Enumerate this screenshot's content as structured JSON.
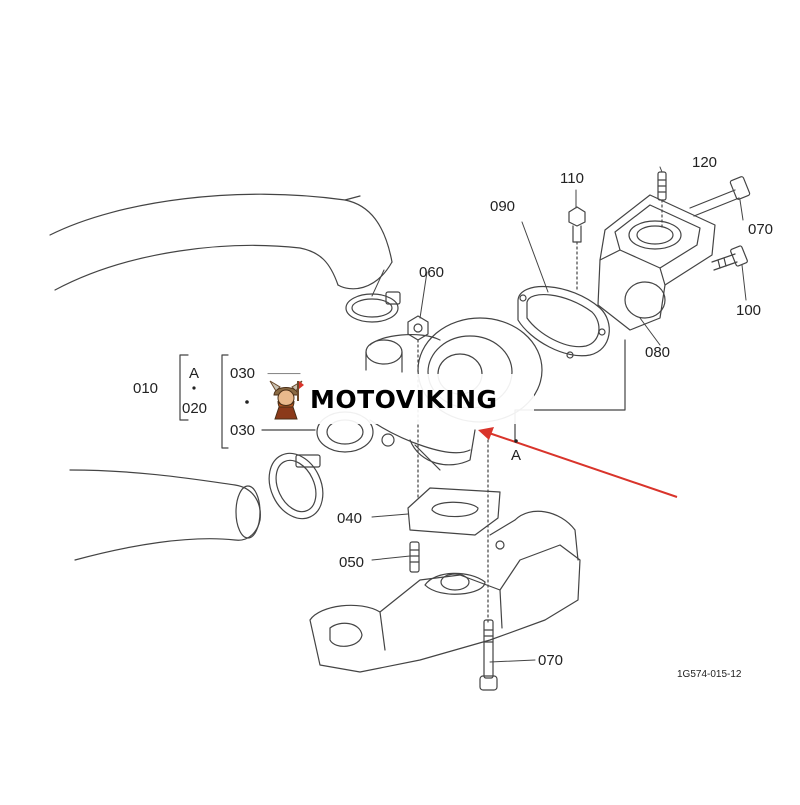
{
  "brand": {
    "logo_text": "MOTOVIKING",
    "logo_icon": "viking-mascot-icon"
  },
  "drawing_number": "1G574-015-12",
  "colors": {
    "line": "#444444",
    "pointer_arrow": "#d9342b"
  },
  "labels": {
    "p010": "010",
    "p020": "020",
    "p030_top": "030",
    "p030_bottom": "030",
    "p040": "040",
    "p050": "050",
    "p060": "060",
    "p070_top": "070",
    "p070_bottom": "070",
    "p080": "080",
    "p090": "090",
    "p100": "100",
    "p110": "110",
    "p120": "120",
    "ref_a_left": "A",
    "ref_a_right": "A"
  }
}
